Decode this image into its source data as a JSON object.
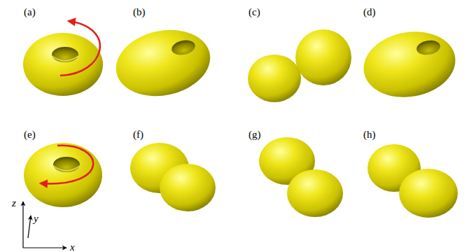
{
  "diagram": {
    "labels": [
      "(a)",
      "(b)",
      "(c)",
      "(d)",
      "(e)",
      "(f)",
      "(g)",
      "(h)",
      "z",
      "y",
      "x"
    ]
  }
}
